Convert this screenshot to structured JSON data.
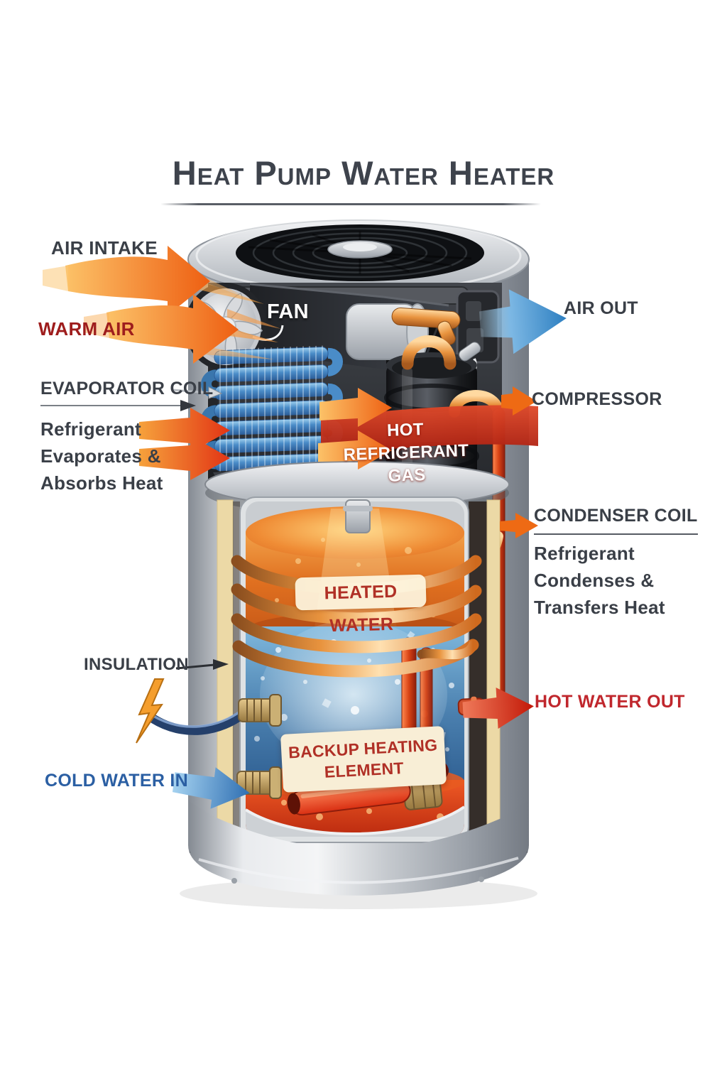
{
  "title": {
    "text": "Heat Pump Water Heater"
  },
  "labels": {
    "air_intake": "AIR INTAKE",
    "warm_air": "WARM AIR",
    "fan": "FAN",
    "air_out": "AIR OUT",
    "evaporator_coil": "EVAPORATOR COIL",
    "evaporator_note": "Refrigerant\nEvaporates &\nAbsorbs Heat",
    "hot_refrigerant_gas": "HOT REFRIGERANT\nGAS",
    "compressor": "COMPRESSOR",
    "condenser_coil": "CONDENSER COIL",
    "condenser_note": "Refrigerant\nCondenses &\nTransfers Heat",
    "heated_water": "HEATED WATER",
    "insulation": "INSULATION",
    "hot_water_out": "HOT WATER OUT",
    "cold_water_in": "COLD WATER IN",
    "backup_heating_element": "BACKUP HEATING\nELEMENT"
  },
  "colors": {
    "title_text": "#3e434c",
    "label_text": "#3a3f47",
    "warm_air_text": "#9e1d1d",
    "hot_water_out_text": "#c0272d",
    "cold_water_in_text": "#2b5fa3",
    "heated_water_text": "#b03026",
    "hot_gas_band": "#c22a16",
    "copper_coil": "#e8933e",
    "evaporator_blue": "#4a8cc8",
    "water_blue": "#4a7fae",
    "insulation_cream": "#ecd9a6",
    "arrow_orange": "#ee6a14",
    "arrow_blue": "#2d7fc1",
    "banner_cream": "#f8eed6"
  }
}
